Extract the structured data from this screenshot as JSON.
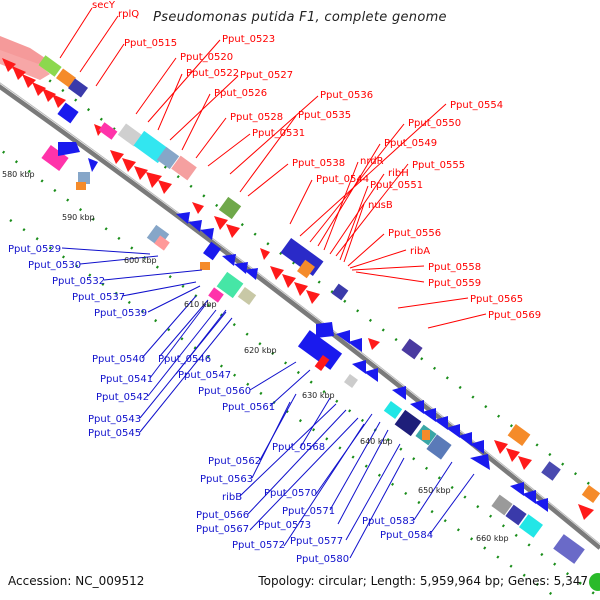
{
  "header": {
    "title": "Pseudomonas putida F1, complete genome"
  },
  "footer": {
    "accession": "Accession: NC_009512",
    "summary": "Topology: circular; Length: 5,959,964 bp; Genes: 5,347"
  },
  "colors": {
    "forward_label": "#ff0000",
    "reverse_label": "#1010cc",
    "backbone": "#999999",
    "forward_gene": "#ff1a1a",
    "reverse_gene": "#1a1aee"
  },
  "kbp_ticks": [
    "580 kbp",
    "590 kbp",
    "600 kbp",
    "610 kbp",
    "620 kbp",
    "630 kbp",
    "640 kbp",
    "650 kbp",
    "660 kbp"
  ],
  "labels_forward": [
    "secY",
    "rplQ",
    "Pput_0515",
    "Pput_0520",
    "Pput_0523",
    "Pput_0522",
    "Pput_0527",
    "Pput_0526",
    "Pput_0528",
    "Pput_0531",
    "Pput_0536",
    "Pput_0535",
    "Pput_0554",
    "Pput_0550",
    "Pput_0549",
    "nrdR",
    "Pput_0538",
    "ribH",
    "Pput_0555",
    "Pput_0544",
    "Pput_0551",
    "nusB",
    "Pput_0556",
    "ribA",
    "Pput_0558",
    "Pput_0559",
    "Pput_0565",
    "Pput_0569"
  ],
  "labels_reverse": [
    "Pput_0529",
    "Pput_0530",
    "Pput_0532",
    "Pput_0537",
    "Pput_0539",
    "Pput_0540",
    "Pput_0546",
    "Pput_0541",
    "Pput_0547",
    "Pput_0542",
    "Pput_0543",
    "Pput_0545",
    "Pput_0560",
    "Pput_0561",
    "Pput_0562",
    "Pput_0568",
    "Pput_0563",
    "ribB",
    "Pput_0570",
    "Pput_0566",
    "Pput_0571",
    "Pput_0567",
    "Pput_0573",
    "Pput_0572",
    "Pput_0577",
    "Pput_0580",
    "Pput_0583",
    "Pput_0584"
  ]
}
